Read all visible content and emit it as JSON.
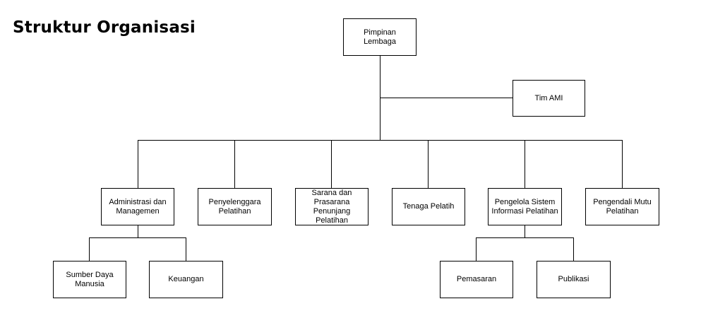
{
  "title": "Struktur Organisasi",
  "colors": {
    "line": "#000000",
    "box_border": "#000000",
    "background": "#ffffff"
  },
  "nodes": {
    "root": "Pimpinan Lembaga",
    "ami": "Tim AMI",
    "admin": "Administrasi dan Managemen",
    "penyelenggara": "Penyelenggara Pelatihan",
    "sarana": "Sarana dan Prasarana Penunjang Pelatihan",
    "tenaga": "Tenaga Pelatih",
    "sistem": "Pengelola Sistem Informasi Pelatihan",
    "mutu": "Pengendali Mutu Pelatihan",
    "sdm": "Sumber Daya Manusia",
    "keuangan": "Keuangan",
    "pemasaran": "Pemasaran",
    "publikasi": "Publikasi"
  }
}
